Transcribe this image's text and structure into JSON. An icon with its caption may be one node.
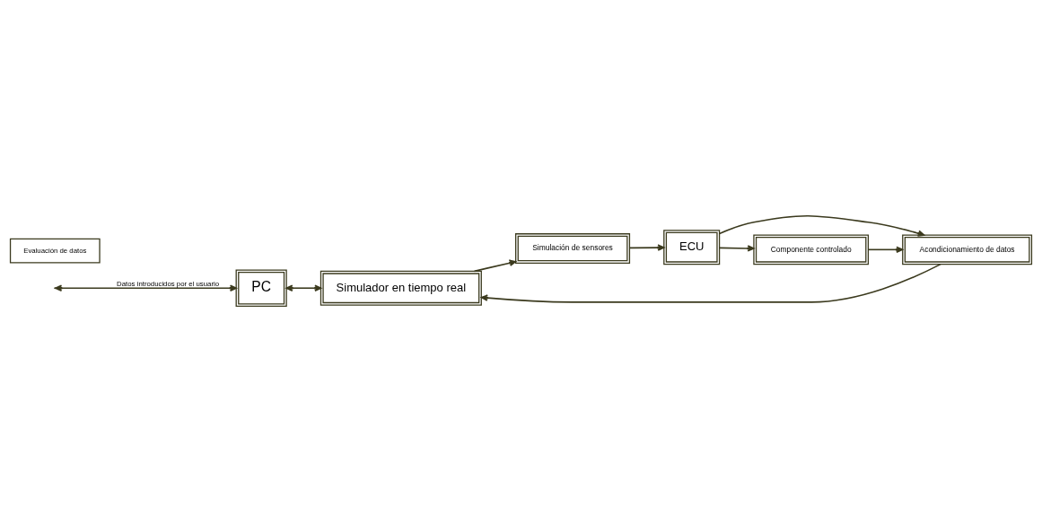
{
  "diagram": {
    "nodes": [
      {
        "text": [
          "PC"
        ]
      },
      {
        "text": [
          "Simulador en tiempo real"
        ]
      },
      {
        "text": [
          "Acondicionamiento de datos"
        ]
      },
      {
        "text": [
          "Simulación de sensores"
        ]
      },
      {
        "text": [
          "ECU"
        ]
      },
      {
        "text": [
          "Componente controlado"
        ]
      }
    ],
    "edges": [
      {
        "from": null,
        "to": 0,
        "arrow": "both",
        "label": "Datos introducidos por el usuario"
      },
      {
        "from": 0,
        "to": 1,
        "arrow": "both"
      },
      {
        "from": 2,
        "to": 1,
        "arrow": "to"
      },
      {
        "from": 1,
        "to": 3,
        "arrow": "to"
      },
      {
        "from": 3,
        "to": 4,
        "arrow": "to"
      },
      {
        "from": 4,
        "to": 5,
        "arrow": "to"
      },
      {
        "from": 4,
        "to": 2,
        "arrow": "to"
      },
      {
        "from": 5,
        "to": 2,
        "arrow": "to"
      }
    ],
    "labels": [
      "Evaluación de datos"
    ]
  }
}
